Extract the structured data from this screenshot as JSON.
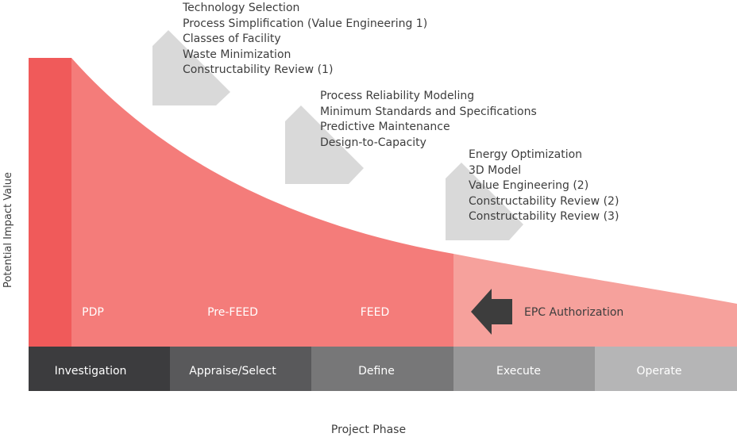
{
  "y_axis_label": "Potential Impact Value",
  "x_axis_label": "Project Phase",
  "phases": [
    "Investigation",
    "Appraise/Select",
    "Define",
    "Execute",
    "Operate"
  ],
  "stage_labels": [
    "PDP",
    "Pre-FEED",
    "FEED"
  ],
  "authorization_label": "EPC Authorization",
  "callouts": [
    {
      "items": [
        "Technology Selection",
        "Process Simplification (Value Engineering 1)",
        "Classes of Facility",
        "Waste Minimization",
        "Constructability Review (1)"
      ]
    },
    {
      "items": [
        "Process Reliability Modeling",
        "Minimum Standards and Specifications",
        "Predictive Maintenance",
        "Design-to-Capacity"
      ]
    },
    {
      "items": [
        "Energy Optimization",
        "3D Model",
        "Value Engineering (2)",
        "Constructability Review (2)",
        "Constructability Review (3)"
      ]
    }
  ],
  "colors": {
    "pdp_bar": "#f05a5a",
    "curve_main": "#f47c7a",
    "curve_light": "#f6a19c",
    "arrow_gray": "#d9d9d9",
    "arrow_dark": "#3d3d3d",
    "phase_fills": [
      "#3c3c3e",
      "#59595b",
      "#777778",
      "#989899",
      "#b5b5b6"
    ]
  }
}
